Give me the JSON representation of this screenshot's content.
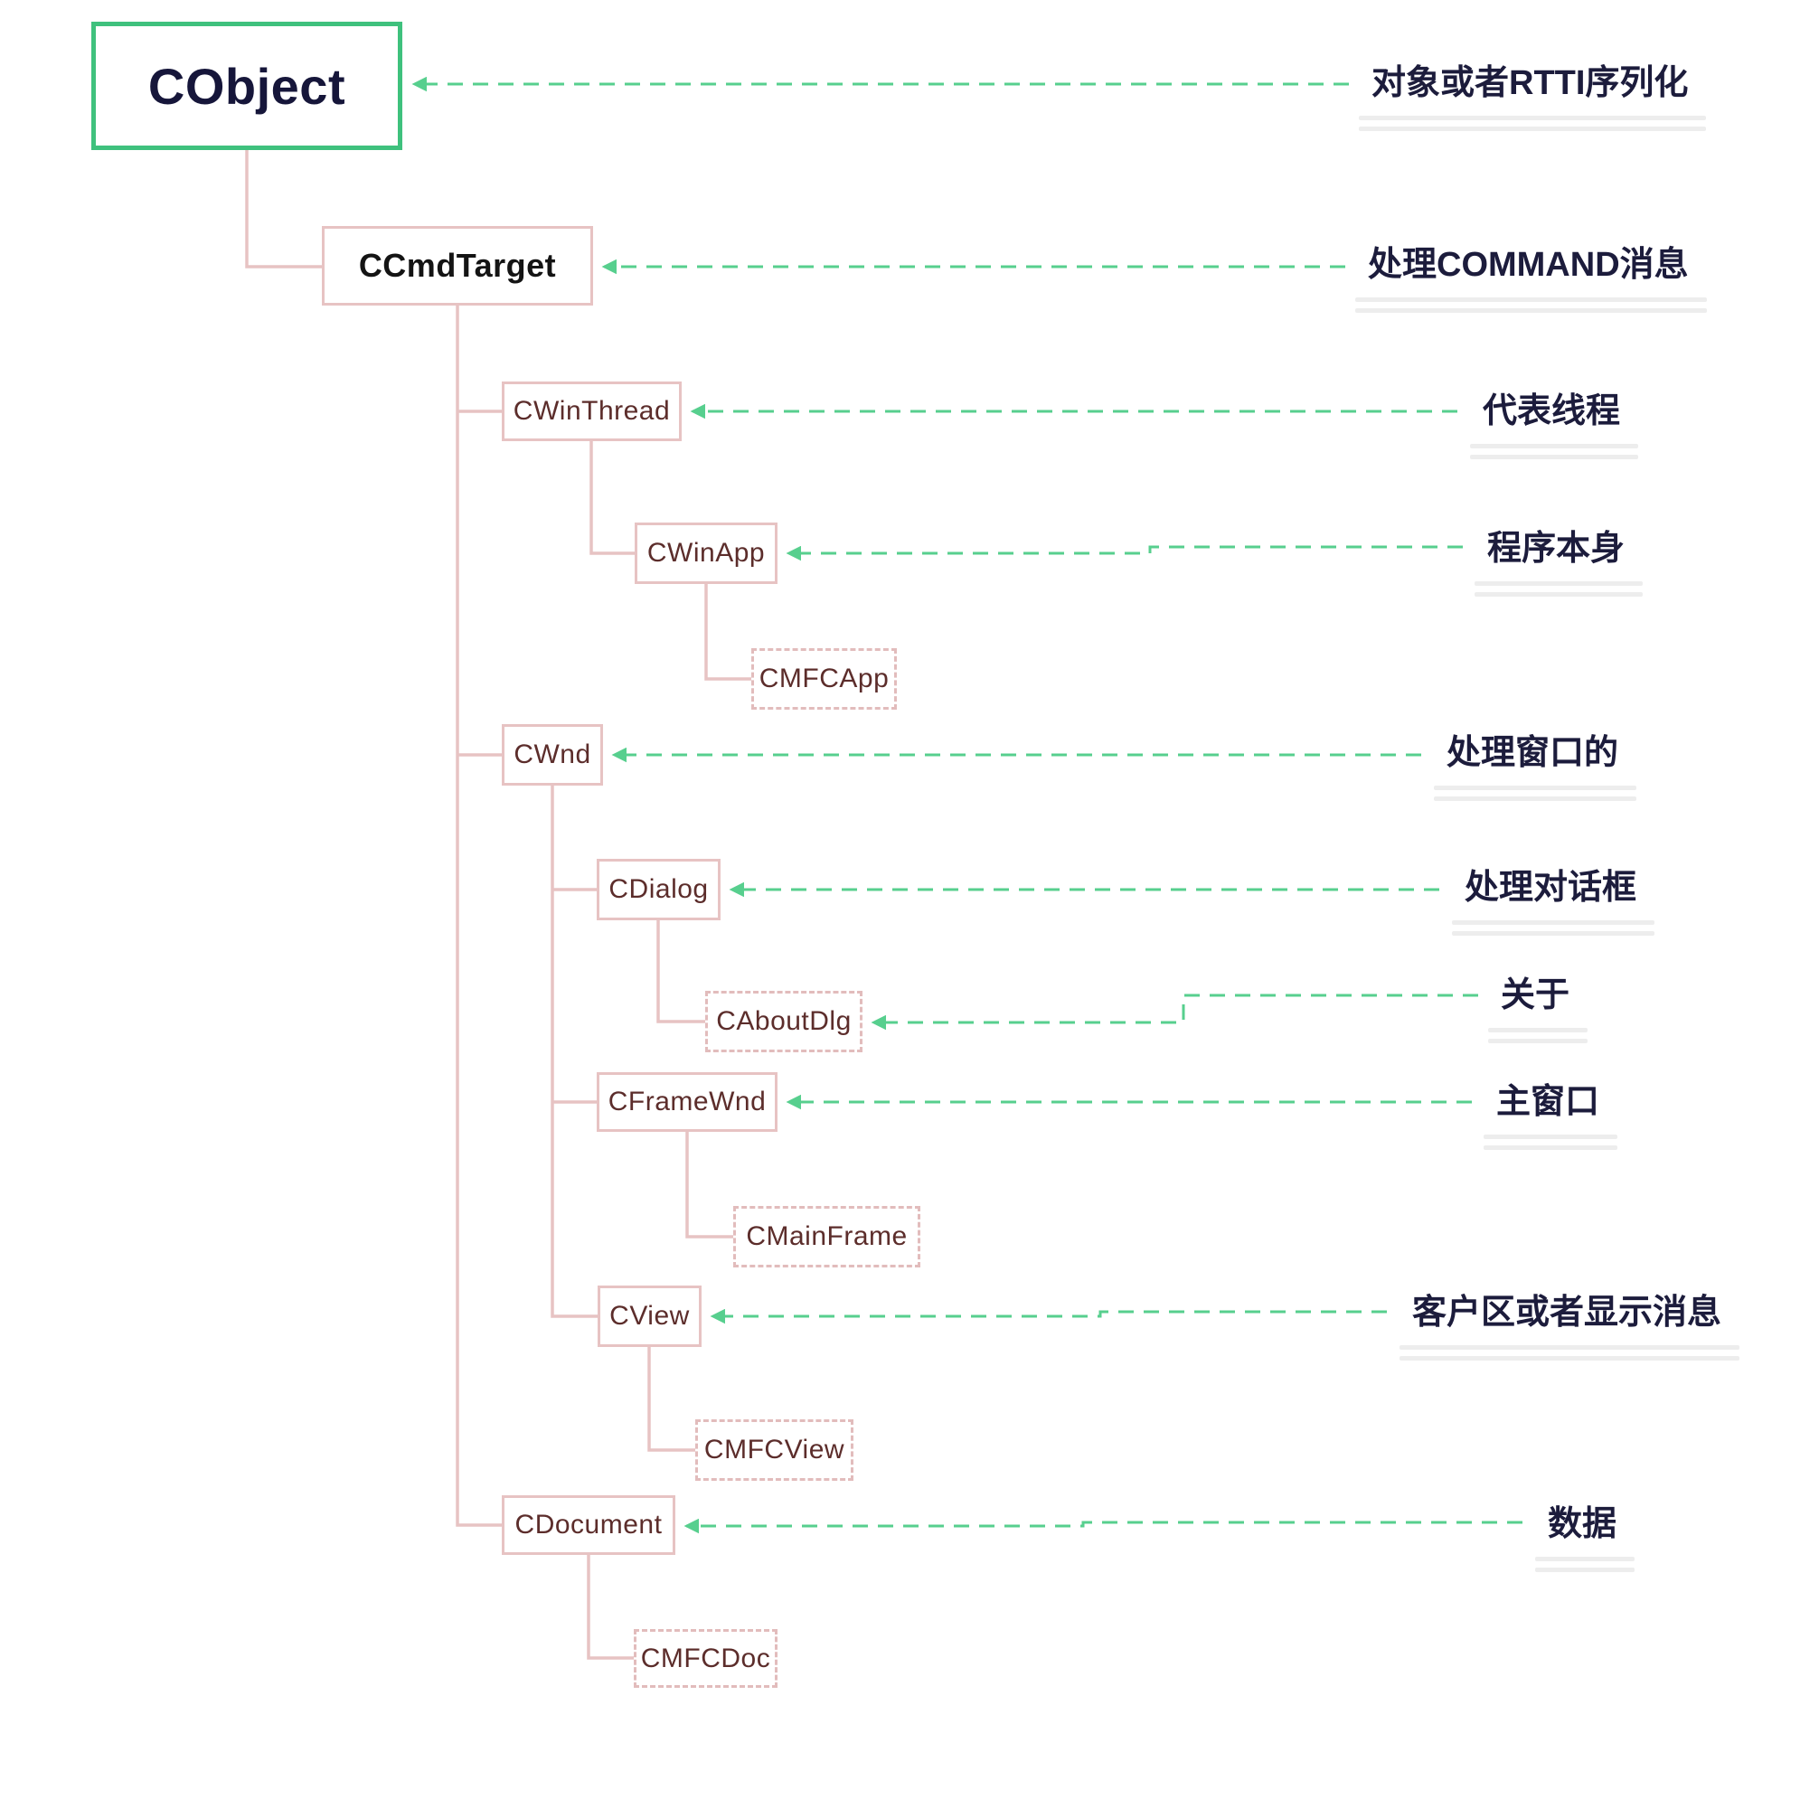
{
  "diagram": {
    "nodes": [
      {
        "id": "cobject",
        "label": "CObject",
        "style": "root",
        "note": "highlighted root class"
      },
      {
        "id": "ccmdtarget",
        "label": "CCmdTarget",
        "style": "strong"
      },
      {
        "id": "cwinthread",
        "label": "CWinThread",
        "style": "solid"
      },
      {
        "id": "cwinapp",
        "label": "CWinApp",
        "style": "solid"
      },
      {
        "id": "cmfcapp",
        "label": "CMFCApp",
        "style": "dashed"
      },
      {
        "id": "cwnd",
        "label": "CWnd",
        "style": "solid"
      },
      {
        "id": "cdialog",
        "label": "CDialog",
        "style": "solid"
      },
      {
        "id": "caboutdlg",
        "label": "CAboutDlg",
        "style": "dashed"
      },
      {
        "id": "cframewnd",
        "label": "CFrameWnd",
        "style": "solid"
      },
      {
        "id": "cmainframe",
        "label": "CMainFrame",
        "style": "dashed"
      },
      {
        "id": "cview",
        "label": "CView",
        "style": "solid"
      },
      {
        "id": "cmfcview",
        "label": "CMFCView",
        "style": "dashed"
      },
      {
        "id": "cdocument",
        "label": "CDocument",
        "style": "solid"
      },
      {
        "id": "cmfcdoc",
        "label": "CMFCDoc",
        "style": "dashed"
      }
    ],
    "hierarchy": [
      {
        "parent": "cobject",
        "child": "ccmdtarget"
      },
      {
        "parent": "ccmdtarget",
        "child": "cwinthread"
      },
      {
        "parent": "ccmdtarget",
        "child": "cwnd"
      },
      {
        "parent": "ccmdtarget",
        "child": "cdocument"
      },
      {
        "parent": "cwinthread",
        "child": "cwinapp"
      },
      {
        "parent": "cwinapp",
        "child": "cmfcapp"
      },
      {
        "parent": "cwnd",
        "child": "cdialog"
      },
      {
        "parent": "cwnd",
        "child": "cframewnd"
      },
      {
        "parent": "cwnd",
        "child": "cview"
      },
      {
        "parent": "cdialog",
        "child": "caboutdlg"
      },
      {
        "parent": "cframewnd",
        "child": "cmainframe"
      },
      {
        "parent": "cview",
        "child": "cmfcview"
      },
      {
        "parent": "cdocument",
        "child": "cmfcdoc"
      }
    ],
    "annotations": [
      {
        "for": "cobject",
        "text": "对象或者RTTI序列化"
      },
      {
        "for": "ccmdtarget",
        "text": "处理COMMAND消息"
      },
      {
        "for": "cwinthread",
        "text": "代表线程"
      },
      {
        "for": "cwinapp",
        "text": "程序本身"
      },
      {
        "for": "cwnd",
        "text": "处理窗口的"
      },
      {
        "for": "cdialog",
        "text": "处理对话框"
      },
      {
        "for": "caboutdlg",
        "text": "关于"
      },
      {
        "for": "cframewnd",
        "text": "主窗口"
      },
      {
        "for": "cview",
        "text": "客户区或者显示消息"
      },
      {
        "for": "cdocument",
        "text": "数据"
      }
    ],
    "colors": {
      "root_border": "#3fc17d",
      "arrow_green": "#57cf8e",
      "tree_line": "#e7c3c3",
      "node_border": "#e7c3c3",
      "node_text": "#5c2d2b",
      "strong_node_text": "#141414",
      "annotation_text": "#1c1c3c",
      "underline_bar": "#ededed",
      "background": "#ffffff"
    }
  }
}
